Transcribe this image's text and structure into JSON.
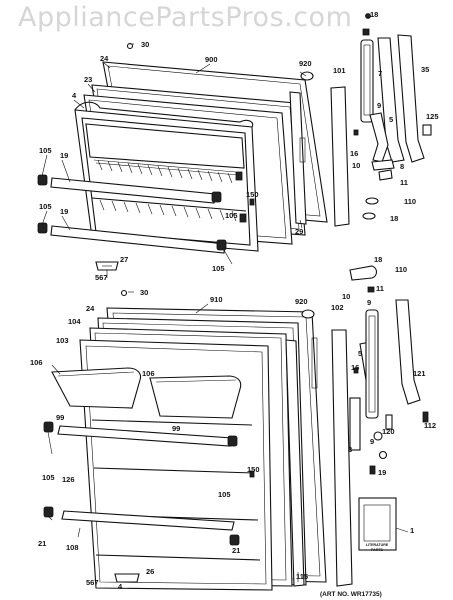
{
  "watermark": "AppliancePartsPros.com",
  "art_number": "(ART NO. WR17735)",
  "literature_text_1": "LITERATURE",
  "literature_text_2": "PARTS",
  "callouts": [
    {
      "id": "c-18a",
      "text": "18"
    },
    {
      "id": "c-30a",
      "text": "30"
    },
    {
      "id": "c-900",
      "text": "900"
    },
    {
      "id": "c-920a",
      "text": "920"
    },
    {
      "id": "c-24a",
      "text": "24"
    },
    {
      "id": "c-23",
      "text": "23"
    },
    {
      "id": "c-4a",
      "text": "4"
    },
    {
      "id": "c-101",
      "text": "101"
    },
    {
      "id": "c-7",
      "text": "7"
    },
    {
      "id": "c-35",
      "text": "35"
    },
    {
      "id": "c-9a",
      "text": "9"
    },
    {
      "id": "c-125",
      "text": "125"
    },
    {
      "id": "c-5a",
      "text": "5"
    },
    {
      "id": "c-16a",
      "text": "16"
    },
    {
      "id": "c-105a",
      "text": "105"
    },
    {
      "id": "c-19a",
      "text": "19"
    },
    {
      "id": "c-10a",
      "text": "10"
    },
    {
      "id": "c-8",
      "text": "8"
    },
    {
      "id": "c-11a",
      "text": "11"
    },
    {
      "id": "c-105b",
      "text": "105"
    },
    {
      "id": "c-19b",
      "text": "19"
    },
    {
      "id": "c-150a",
      "text": "150"
    },
    {
      "id": "c-105c",
      "text": "105"
    },
    {
      "id": "c-29",
      "text": "29"
    },
    {
      "id": "c-110a",
      "text": "110"
    },
    {
      "id": "c-18b",
      "text": "18"
    },
    {
      "id": "c-27",
      "text": "27"
    },
    {
      "id": "c-567a",
      "text": "567"
    },
    {
      "id": "c-105d",
      "text": "105"
    },
    {
      "id": "c-18c",
      "text": "18"
    },
    {
      "id": "c-110b",
      "text": "110"
    },
    {
      "id": "c-11b",
      "text": "11"
    },
    {
      "id": "c-30b",
      "text": "30"
    },
    {
      "id": "c-910",
      "text": "910"
    },
    {
      "id": "c-920b",
      "text": "920"
    },
    {
      "id": "c-10b",
      "text": "10"
    },
    {
      "id": "c-24b",
      "text": "24"
    },
    {
      "id": "c-9b",
      "text": "9"
    },
    {
      "id": "c-104",
      "text": "104"
    },
    {
      "id": "c-102",
      "text": "102"
    },
    {
      "id": "c-103",
      "text": "103"
    },
    {
      "id": "c-5b",
      "text": "5"
    },
    {
      "id": "c-106a",
      "text": "106"
    },
    {
      "id": "c-106b",
      "text": "106"
    },
    {
      "id": "c-16b",
      "text": "16"
    },
    {
      "id": "c-121",
      "text": "121"
    },
    {
      "id": "c-99a",
      "text": "99"
    },
    {
      "id": "c-99b",
      "text": "99"
    },
    {
      "id": "c-120",
      "text": "120"
    },
    {
      "id": "c-112",
      "text": "112"
    },
    {
      "id": "c-9c",
      "text": "9"
    },
    {
      "id": "c-3",
      "text": "3"
    },
    {
      "id": "c-19c",
      "text": "19"
    },
    {
      "id": "c-150b",
      "text": "150"
    },
    {
      "id": "c-105e",
      "text": "105"
    },
    {
      "id": "c-126",
      "text": "126"
    },
    {
      "id": "c-105f",
      "text": "105"
    },
    {
      "id": "c-1",
      "text": "1"
    },
    {
      "id": "c-21a",
      "text": "21"
    },
    {
      "id": "c-108",
      "text": "108"
    },
    {
      "id": "c-21b",
      "text": "21"
    },
    {
      "id": "c-115",
      "text": "115"
    },
    {
      "id": "c-26",
      "text": "26"
    },
    {
      "id": "c-567b",
      "text": "567"
    },
    {
      "id": "c-4b",
      "text": "4"
    }
  ]
}
